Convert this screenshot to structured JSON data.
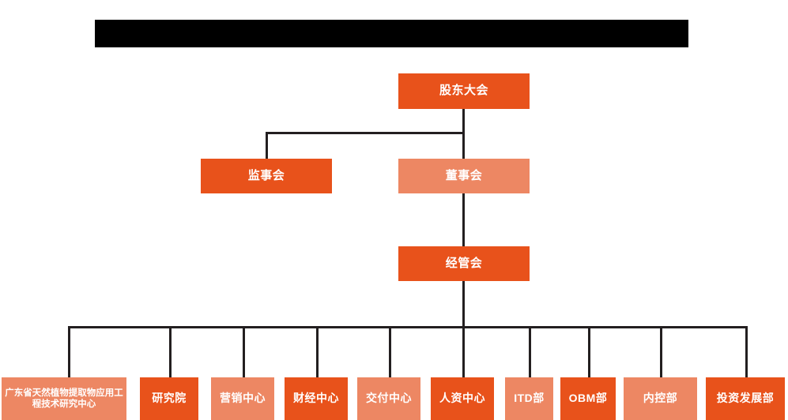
{
  "diagram": {
    "type": "org-chart",
    "title_bar": {
      "label": "",
      "note": "redacted black title banner",
      "color": "#000000"
    },
    "colors": {
      "background": "#ffffff",
      "dark_orange": "#e8521b",
      "light_orange": "#ed8763",
      "connector": "#231f20",
      "node_text": "#ffffff"
    },
    "levels": {
      "level1": [
        {
          "id": "shareholders",
          "label": "股东大会",
          "shade": "dark"
        }
      ],
      "level2": [
        {
          "id": "supervisors",
          "label": "监事会",
          "shade": "dark"
        },
        {
          "id": "directors",
          "label": "董事会",
          "shade": "light"
        }
      ],
      "level3": [
        {
          "id": "management",
          "label": "经管会",
          "shade": "dark"
        }
      ],
      "level4": [
        {
          "id": "research-center",
          "label": "广东省天然植物提取物应用工程技术研究中心",
          "shade": "light"
        },
        {
          "id": "institute",
          "label": "研究院",
          "shade": "dark"
        },
        {
          "id": "marketing-center",
          "label": "营销中心",
          "shade": "light"
        },
        {
          "id": "finance-center",
          "label": "财经中心",
          "shade": "dark"
        },
        {
          "id": "delivery-center",
          "label": "交付中心",
          "shade": "light"
        },
        {
          "id": "hr-center",
          "label": "人资中心",
          "shade": "dark"
        },
        {
          "id": "itd-dept",
          "label": "ITD部",
          "shade": "light"
        },
        {
          "id": "obm-dept",
          "label": "OBM部",
          "shade": "dark"
        },
        {
          "id": "internal-control-dept",
          "label": "内控部",
          "shade": "light"
        },
        {
          "id": "investment-development-dept",
          "label": "投资发展部",
          "shade": "dark"
        }
      ]
    }
  }
}
